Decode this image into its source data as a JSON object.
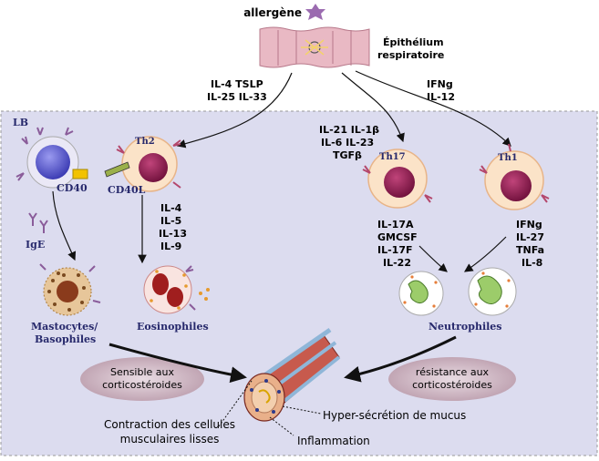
{
  "top": {
    "allergen": "allergène",
    "epithelium_line1": "Épithélium",
    "epithelium_line2": "respiratoire"
  },
  "cytokines": {
    "th2_induce_line1": "IL-4 TSLP",
    "th2_induce_line2": "IL-25 IL-33",
    "th1_induce_line1": "IFNg",
    "th1_induce_line2": "IL-12",
    "th17_induce_line1": "IL-21 IL-1β",
    "th17_induce_line2": "IL-6 IL-23",
    "th17_induce_line3": "TGFβ",
    "th2_secrete": [
      "IL-4",
      "IL-5",
      "IL-13",
      "IL-9"
    ],
    "th17_secrete": [
      "IL-17A",
      "GMCSF",
      "IL-17F",
      "IL-22"
    ],
    "th1_secrete": [
      "IFNg",
      "IL-27",
      "TNFa",
      "IL-8"
    ]
  },
  "cells": {
    "lb": "LB",
    "cd40": "CD40",
    "cd40l": "CD40L",
    "th2": "Th2",
    "th17": "Th17",
    "th1": "Th1",
    "ige": "IgE",
    "mastocytes_line1": "Mastocytes/",
    "mastocytes_line2": "Basophiles",
    "eosinophiles": "Eosinophiles",
    "neutrophiles": "Neutrophiles"
  },
  "bottom": {
    "sensitive_line1": "Sensible aux",
    "sensitive_line2": "corticostéroides",
    "resistant_line1": "résistance aux",
    "resistant_line2": "corticostéroides",
    "contraction_line1": "Contraction des cellules",
    "contraction_line2": "musculaires lisses",
    "mucus": "Hyper-sécrétion de mucus",
    "inflammation": "Inflammation"
  },
  "colors": {
    "panel_bg": "#dcdcef",
    "cell_cytoplasm": "#fbe3c8",
    "cell_border": "#e8b488",
    "nucleus": "#8e1a4e",
    "lb_nucleus": "#5b5bd6",
    "epithelium": "#e9b9c4",
    "allergen": "#9b6bb0",
    "ellipse": "#c8a9b6",
    "neutrophil": "#9ccc6a",
    "eos_granule": "#a01e1e",
    "label_blue": "#26286b"
  }
}
